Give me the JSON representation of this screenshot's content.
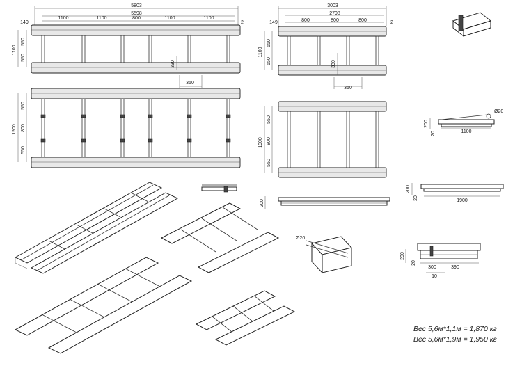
{
  "drawing": {
    "top_view_small": {
      "overall_width": "5803",
      "inner_width": "5598",
      "offset_left": "149",
      "offset_right": "2",
      "bays": [
        "1100",
        "1100",
        "800",
        "1100",
        "1100"
      ],
      "height_total": "1100",
      "height_parts": [
        "550",
        "550"
      ],
      "crossbar": "330",
      "end_length": "350"
    },
    "top_view_large": {
      "height_total": "1900",
      "height_parts": [
        "550",
        "800",
        "550"
      ]
    },
    "right_top_view_small": {
      "overall_width": "3003",
      "inner_width": "2798",
      "offset_left": "149",
      "offset_right": "2",
      "bays": [
        "800",
        "800",
        "800"
      ],
      "height_total": "1100",
      "height_parts": [
        "550",
        "550"
      ],
      "crossbar": "330",
      "end_length": "350"
    },
    "right_top_view_large": {
      "height_total": "1900",
      "height_parts": [
        "550",
        "800",
        "550"
      ]
    },
    "side_view_right": {
      "height": "200"
    },
    "detail_pin_1": {
      "diameter": "Ø20",
      "height": "200",
      "base": "20",
      "span": "1100"
    },
    "detail_pin_2": {
      "height": "200",
      "base": "20",
      "span": "1900"
    },
    "detail_iso": {
      "diameter": "Ø20"
    },
    "detail_section": {
      "height": "200",
      "base": "20",
      "dims": [
        "300",
        "390"
      ],
      "small": "10"
    }
  },
  "weights": {
    "line1": "Вес 5,6м*1,1м = 1,870 кг",
    "line2": "Вес 5,6м*1,9м = 1,950 кг"
  }
}
